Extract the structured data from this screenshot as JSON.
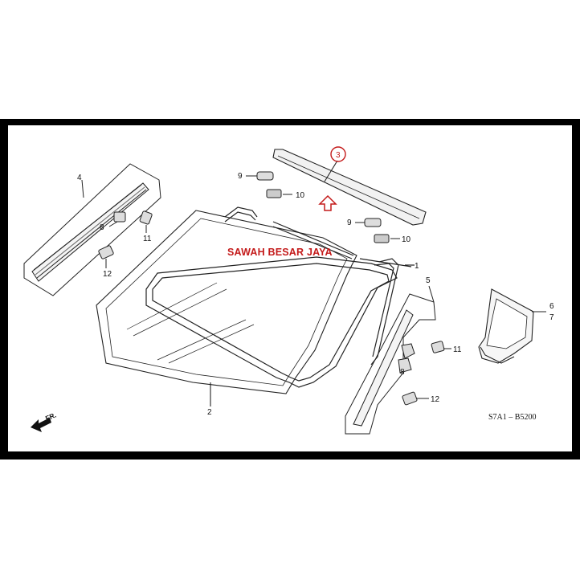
{
  "watermark": "SAWAH BESAR JAYA",
  "drawing_code": "S7A1 – B5200",
  "front_marker": "FR.",
  "callouts": {
    "c1": "1",
    "c2": "2",
    "c3": "3",
    "c4": "4",
    "c5": "5",
    "c6": "6",
    "c7": "7",
    "c8a": "8",
    "c8b": "8",
    "c9a": "9",
    "c9b": "9",
    "c10a": "10",
    "c10b": "10",
    "c11a": "11",
    "c11b": "11",
    "c12a": "12",
    "c12b": "12"
  },
  "colors": {
    "frame": "#000000",
    "highlight": "#c41a1a",
    "line": "#222222"
  }
}
